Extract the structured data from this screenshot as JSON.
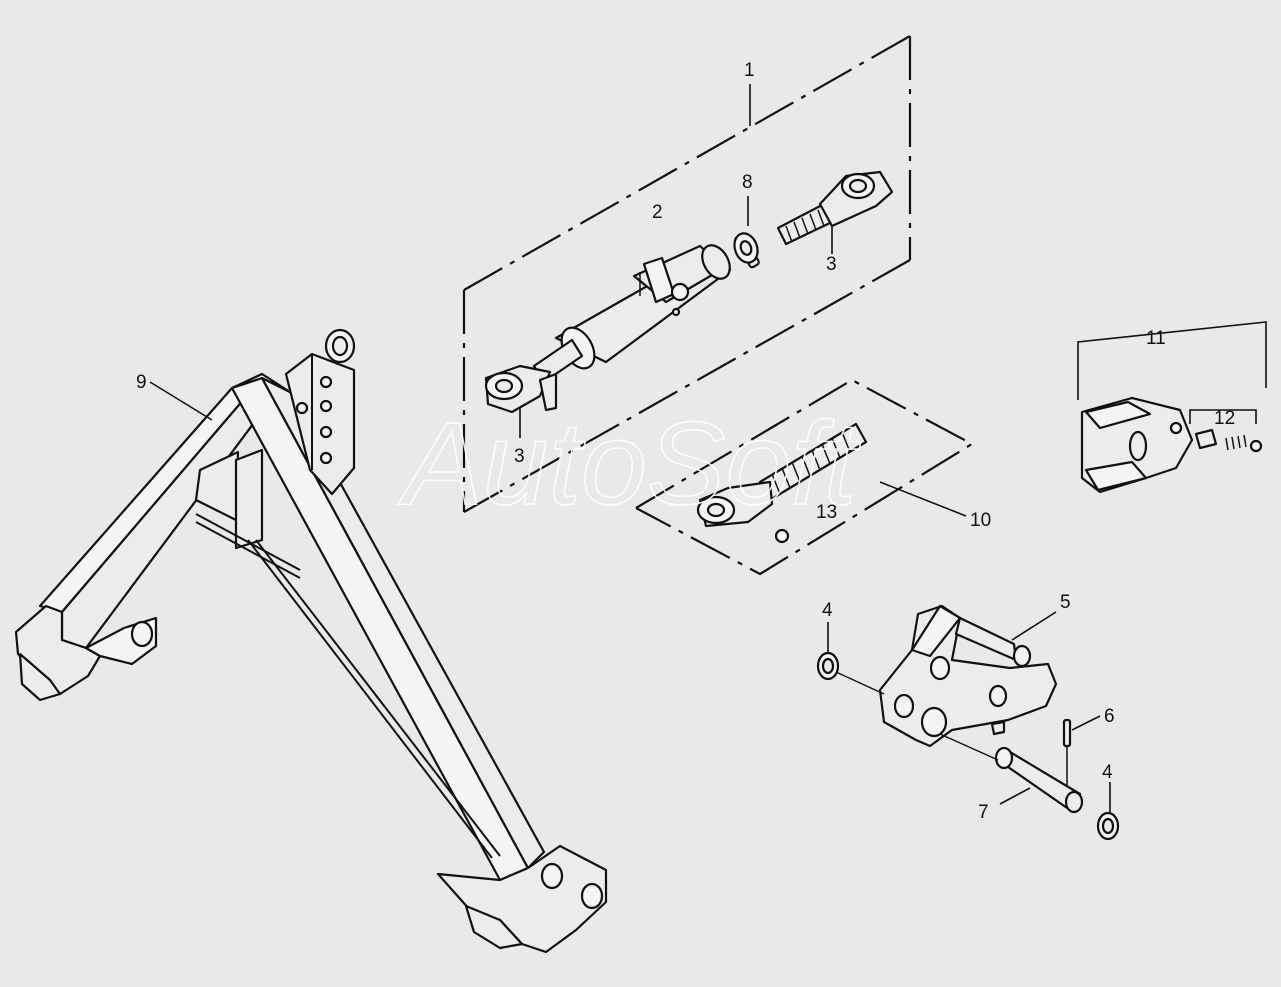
{
  "callouts": {
    "c1": "1",
    "c2": "2",
    "c3a": "3",
    "c3b": "3",
    "c4a": "4",
    "c4b": "4",
    "c5": "5",
    "c6": "6",
    "c7": "7",
    "c8": "8",
    "c9": "9",
    "c10": "10",
    "c11": "11",
    "c12": "12",
    "c13": "13"
  },
  "watermark": "AutoSoft",
  "colors": {
    "background": "#e9e9e9",
    "line": "#111111",
    "part_fill": "#ececec"
  }
}
